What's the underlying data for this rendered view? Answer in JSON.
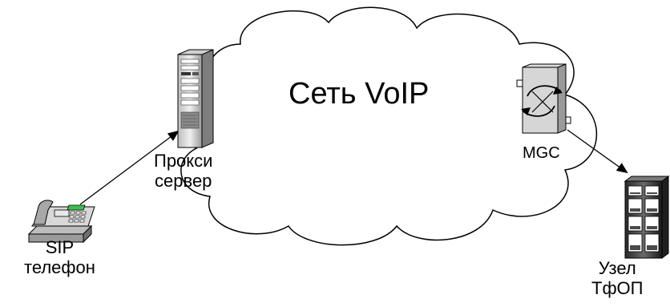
{
  "cloud": {
    "label": "Сеть VoIP"
  },
  "proxy": {
    "line1": "Прокси",
    "line2": "сервер"
  },
  "mgc": {
    "label": "MGC"
  },
  "phone": {
    "line1": "SIP",
    "line2": "телефон"
  },
  "pstn": {
    "line1": "Узел",
    "line2": "ТфОП"
  },
  "icons": [
    "cloud-icon",
    "server-icon",
    "gateway-icon",
    "phone-icon",
    "switch-icon"
  ]
}
